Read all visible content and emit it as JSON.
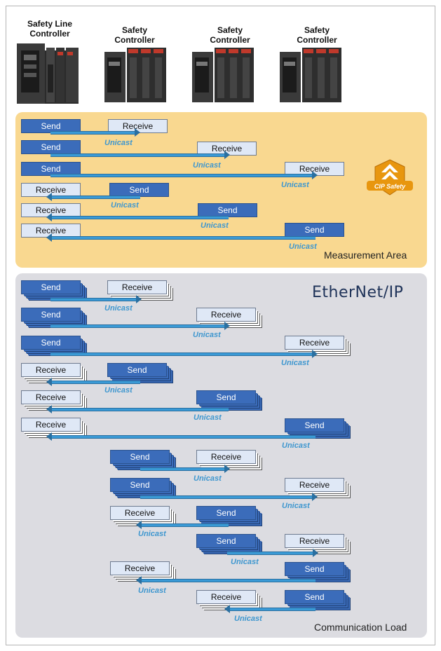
{
  "controllers": [
    {
      "label": "Safety Line\nController",
      "line1": "Safety Line",
      "line2": "Controller"
    },
    {
      "line1": "Safety",
      "line2": "Controller"
    },
    {
      "line1": "Safety",
      "line2": "Controller"
    },
    {
      "line1": "Safety",
      "line2": "Controller"
    }
  ],
  "labels": {
    "send": "Send",
    "receive": "Receive",
    "unicast": "Unicast"
  },
  "areas": {
    "measurement": "Measurement Area",
    "load": "Communication Load"
  },
  "logos": {
    "cip_safety": "CIP Safety",
    "ethernet_ip": "EtherNet/IP"
  },
  "colors": {
    "measurement_bg": "#f9d890",
    "load_bg": "#dcdce1",
    "send_box": "#3b6cba",
    "receive_box": "#dfe8f6",
    "arrow": "#3a9ad6",
    "unicast_text": "#3f97cf"
  }
}
